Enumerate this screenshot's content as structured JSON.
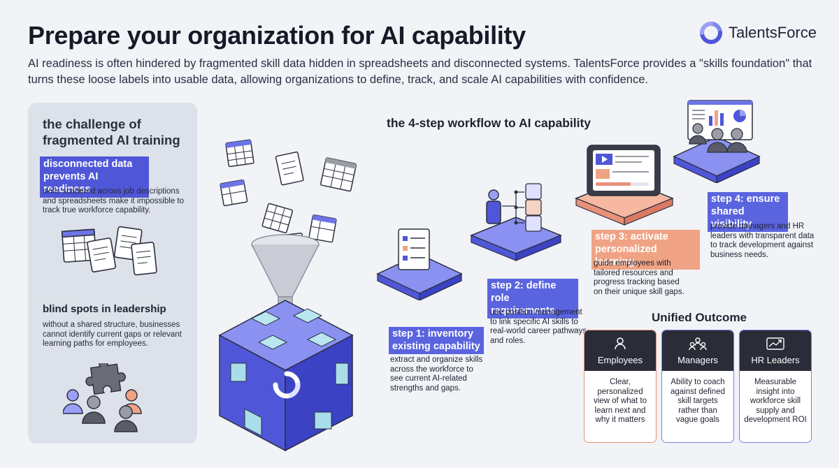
{
  "header": {
    "title": "Prepare your organization for AI capability",
    "brand": "TalentsForce",
    "intro": "AI readiness is often hindered by fragmented skill data hidden in spreadsheets and disconnected systems. TalentsForce provides a \"skills foundation\" that turns these loose labels into usable data, allowing organizations to define, track, and scale AI capabilities with confidence."
  },
  "challenge": {
    "title": "the challenge of fragmented AI training",
    "highlight": "disconnected data prevents AI readiness",
    "highlight_text": "skills scattered across job descriptions and spreadsheets make it impossible to track true workforce capability.",
    "blind_title": "blind spots in leadership",
    "blind_text": "without a shared structure, businesses cannot identify current gaps or relevant learning paths for employees."
  },
  "workflow": {
    "title": "the 4-step workflow to AI capability",
    "steps": [
      {
        "label": "step 1: inventory existing capability",
        "text": "extract and organize skills across the workforce to see current AI-related strengths and gaps."
      },
      {
        "label": "step 2: define role requirements",
        "text": "use position management to link specific AI skills to real-world career pathways and roles."
      },
      {
        "label": "step 3: activate personalized learning",
        "text": "guide employees with tailored resources and progress tracking based on their unique skill gaps."
      },
      {
        "label": "step 4: ensure shared visibility",
        "text": "provide managers and HR leaders with transparent data to track development against business needs."
      }
    ]
  },
  "outcome": {
    "title": "Unified Outcome",
    "cards": [
      {
        "title": "Employees",
        "text": "Clear, personalized view of what to learn next and why it matters",
        "icon": "person-icon",
        "border": "#e8917a"
      },
      {
        "title": "Managers",
        "text": "Ability to coach against defined skill targets rather than vague goals",
        "icon": "team-icon",
        "border": "#7a80e0"
      },
      {
        "title": "HR Leaders",
        "text": "Measurable insight into workforce skill supply and development ROI",
        "icon": "growth-chart-icon",
        "border": "#7a80e0"
      }
    ]
  },
  "colors": {
    "accent_blue": "#4f57d8",
    "accent_orange": "#f0a384",
    "dark": "#2a2d38",
    "panel": "#dde2ea",
    "background": "#f1f3f7"
  }
}
